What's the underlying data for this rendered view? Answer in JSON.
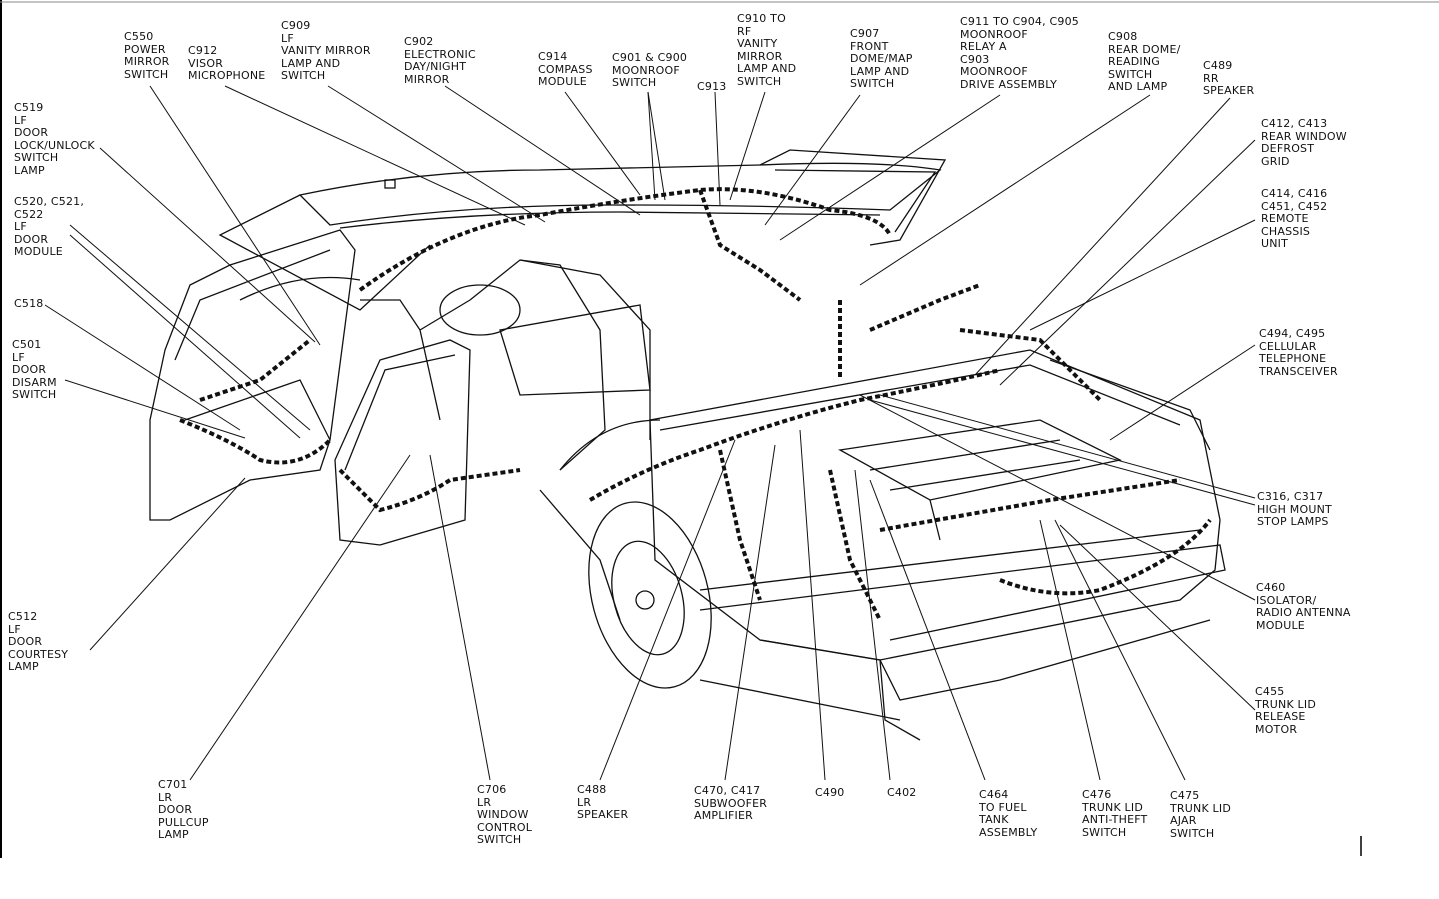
{
  "labels": [
    {
      "id": "c550",
      "text": "C550\nPOWER\nMIRROR\nSWITCH"
    },
    {
      "id": "c912",
      "text": "C912\nVISOR\nMICROPHONE"
    },
    {
      "id": "c909",
      "text": "C909\nLF\nVANITY MIRROR\nLAMP AND\nSWITCH"
    },
    {
      "id": "c902",
      "text": "C902\nELECTRONIC\nDAY/NIGHT\nMIRROR"
    },
    {
      "id": "c914",
      "text": "C914\nCOMPASS\nMODULE"
    },
    {
      "id": "c901",
      "text": "C901 & C900\nMOONROOF\nSWITCH"
    },
    {
      "id": "c913",
      "text": "C913"
    },
    {
      "id": "c910",
      "text": "C910 TO\nRF\nVANITY\nMIRROR\nLAMP AND\nSWITCH"
    },
    {
      "id": "c907",
      "text": "C907\nFRONT\nDOME/MAP\nLAMP AND\nSWITCH"
    },
    {
      "id": "c911",
      "text": "C911 TO C904, C905\nMOONROOF\nRELAY A\nC903\nMOONROOF\nDRIVE ASSEMBLY"
    },
    {
      "id": "c908",
      "text": "C908\nREAR DOME/\nREADING\nSWITCH\nAND LAMP"
    },
    {
      "id": "c489",
      "text": "C489\nRR\nSPEAKER"
    },
    {
      "id": "c519",
      "text": "C519\nLF\nDOOR\nLOCK/UNLOCK\nSWITCH\nLAMP"
    },
    {
      "id": "c520",
      "text": "C520, C521,\nC522\nLF\nDOOR\nMODULE"
    },
    {
      "id": "c518",
      "text": "C518"
    },
    {
      "id": "c501",
      "text": "C501\nLF\nDOOR\nDISARM\nSWITCH"
    },
    {
      "id": "c512",
      "text": "C512\nLF\nDOOR\nCOURTESY\nLAMP"
    },
    {
      "id": "c412",
      "text": "C412, C413\nREAR WINDOW\nDEFROST\nGRID"
    },
    {
      "id": "c414",
      "text": "C414, C416\nC451, C452\nREMOTE\nCHASSIS\nUNIT"
    },
    {
      "id": "c494",
      "text": "C494, C495\nCELLULAR\nTELEPHONE\nTRANSCEIVER"
    },
    {
      "id": "c316",
      "text": "C316, C317\nHIGH MOUNT\nSTOP LAMPS"
    },
    {
      "id": "c460",
      "text": "C460\nISOLATOR/\nRADIO ANTENNA\nMODULE"
    },
    {
      "id": "c455",
      "text": "C455\nTRUNK LID\nRELEASE\nMOTOR"
    },
    {
      "id": "c701",
      "text": "C701\nLR\nDOOR\nPULLCUP\nLAMP"
    },
    {
      "id": "c706",
      "text": "C706\nLR\nWINDOW\nCONTROL\nSWITCH"
    },
    {
      "id": "c488",
      "text": "C488\nLR\nSPEAKER"
    },
    {
      "id": "c470",
      "text": "C470, C417\nSUBWOOFER\nAMPLIFIER"
    },
    {
      "id": "c490",
      "text": "C490"
    },
    {
      "id": "c402",
      "text": "C402"
    },
    {
      "id": "c464",
      "text": "C464\nTO FUEL\nTANK\nASSEMBLY"
    },
    {
      "id": "c476",
      "text": "C476\nTRUNK LID\nANTI-THEFT\nSWITCH"
    },
    {
      "id": "c475",
      "text": "C475\nTRUNK LID\nAJAR\nSWITCH"
    }
  ]
}
